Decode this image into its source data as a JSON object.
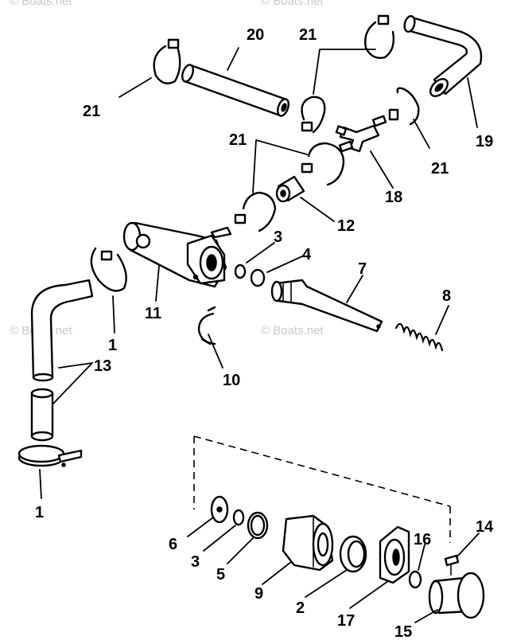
{
  "watermark": "© Boats.net",
  "callouts": {
    "c1a": "1",
    "c1b": "1",
    "c2": "2",
    "c3a": "3",
    "c3b": "3",
    "c4": "4",
    "c5": "5",
    "c6": "6",
    "c7": "7",
    "c8": "8",
    "c9": "9",
    "c10": "10",
    "c11": "11",
    "c12": "12",
    "c13": "13",
    "c14": "14",
    "c15": "15",
    "c16": "16",
    "c17": "17",
    "c18": "18",
    "c19": "19",
    "c20": "20",
    "c21a": "21",
    "c21b": "21",
    "c21c": "21",
    "c21d": "21"
  }
}
